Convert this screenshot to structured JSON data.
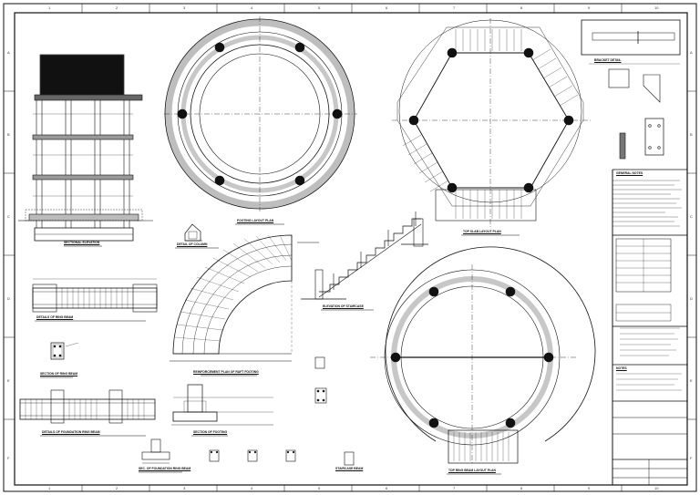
{
  "sheet": {
    "grid_top": [
      "1",
      "2",
      "3",
      "4",
      "5",
      "6",
      "7",
      "8",
      "9",
      "10"
    ],
    "grid_side": [
      "A",
      "B",
      "C",
      "D",
      "E",
      "F"
    ]
  },
  "views": {
    "elevation": "SECTIONAL ELEVATION",
    "footing_plan": "FOOTING LAYOUT PLAN",
    "top_slab_plan": "TOP SLAB LAYOUT PLAN",
    "stair_section": "ELEVATION OF STAIRCASE",
    "column_detail": "DETAIL OF COLUMN",
    "reinf_plan": "REINFORCEMENT PLAN OF RAFT FOOTING",
    "ring_beam_plan": "TOP RING BEAM LAYOUT PLAN",
    "beam_a": "DETAILS OF RING BEAM",
    "beam_b": "DETAILS OF FOUNDATION RING BEAM",
    "sec_a": "SECTION OF RING BEAM",
    "sec_b": "SEC. OF FOUNDATION RING BEAM",
    "footing_sec": "SECTION OF FOOTING",
    "stair_beam": "STAIRCASE BEAM",
    "bracket": "BRACKET DETAIL"
  },
  "title_block": {
    "header": "GENERAL NOTES",
    "notes_header": "NOTES"
  }
}
